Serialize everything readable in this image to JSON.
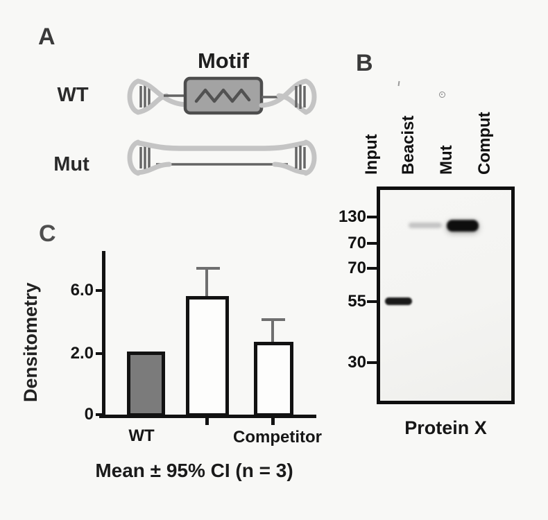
{
  "background": "#f8f8f6",
  "panelA": {
    "label": "A",
    "motif_label": "Motif",
    "row_wt": "WT",
    "row_mut": "Mut"
  },
  "panelB": {
    "label": "B",
    "lane_labels": [
      "Input",
      "Beacist",
      "Mut",
      "Comput"
    ],
    "mw_markers": [
      "130",
      "70",
      "70",
      "55",
      "30"
    ],
    "blot_title": "Protein X",
    "bands": [
      {
        "lane": "Input",
        "position_kda": "55",
        "intensity": "strong"
      },
      {
        "lane": "Beacist",
        "position_kda": "~110 (between 130 and 70)",
        "intensity": "faint"
      },
      {
        "lane": "Mut",
        "position_kda": "~110 (between 130 and 70)",
        "intensity": "strong"
      }
    ]
  },
  "panelC": {
    "label": "C",
    "ylabel": "Densitometry",
    "ytick_labels": [
      "6.0",
      "2.0",
      "0"
    ],
    "xtick_labels": [
      "WT",
      "Competitor"
    ],
    "caption": "Mean ± 95% CI (n = 3)"
  },
  "chart_data": {
    "type": "bar",
    "categories": [
      "WT",
      "",
      "Competitor"
    ],
    "values": [
      2.0,
      5.6,
      2.7
    ],
    "error_upper_95ci": [
      null,
      7.4,
      4.2
    ],
    "bar_fills": [
      "#7b7b7b",
      "#ffffff",
      "#ffffff"
    ],
    "title": "",
    "xlabel": "",
    "ylabel": "Densitometry",
    "yticks": [
      0,
      2.0,
      6.0
    ],
    "ylim": [
      0,
      8.2
    ],
    "grid": false,
    "legend": false,
    "caption": "Mean ± 95% CI (n = 3)",
    "note": "gray filled WT bar has no error bar; open bars show upper 95% CI whiskers only"
  },
  "colors": {
    "axis": "#121212",
    "bar_gray": "#7b7b7b",
    "error_bar": "#6f6f6f",
    "strand_light": "#c4c4c4",
    "strand_dark": "#646464",
    "motif_box_fill": "#a3a3a3",
    "motif_box_stroke": "#4d4d4d",
    "band_dark": "#121212",
    "band_faint": "#c2c2c2"
  }
}
